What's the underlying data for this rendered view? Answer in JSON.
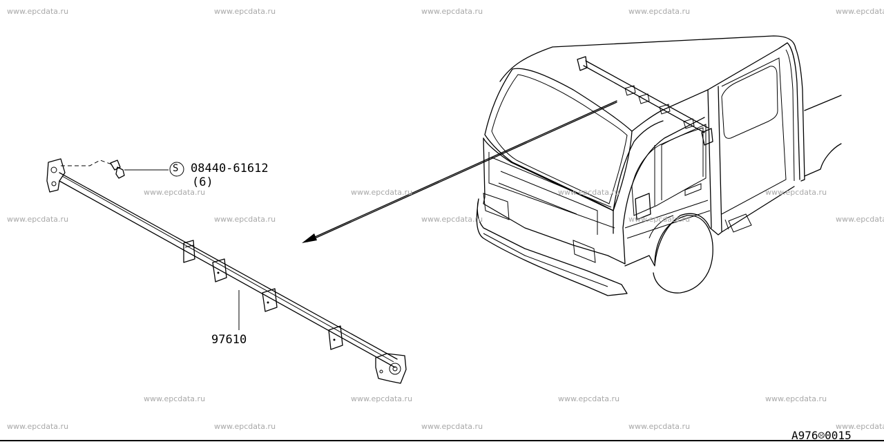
{
  "watermark": "www.epcdata.ru",
  "parts": {
    "bolt_code": "08440-61612",
    "bolt_symbol": "S",
    "bolt_qty": "(6)",
    "rail_part": "97610"
  },
  "diagram_id": "A976☹0015",
  "colors": {
    "line": "#000000",
    "watermark": "#a8a8a8",
    "background": "#ffffff"
  }
}
